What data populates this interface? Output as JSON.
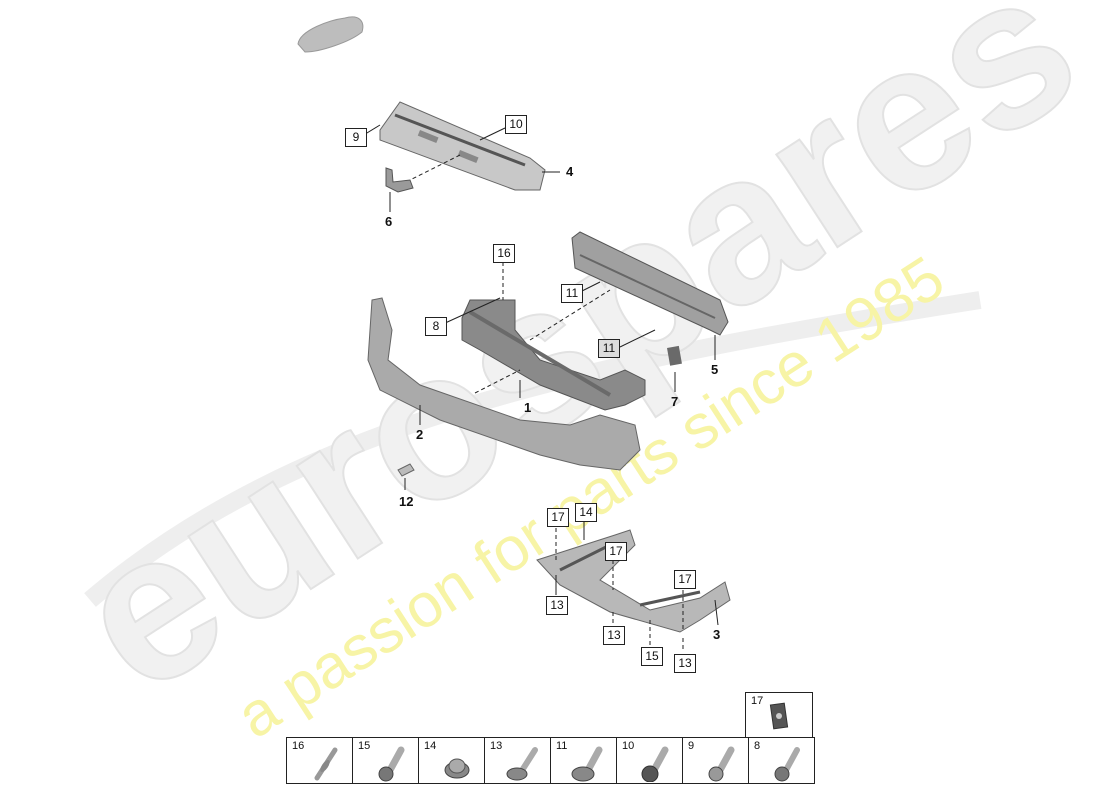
{
  "diagram": {
    "type": "exploded parts diagram",
    "subject": "front bumper carrier / crash management system",
    "callouts": {
      "bold": [
        {
          "id": "1",
          "label": "1"
        },
        {
          "id": "2",
          "label": "2"
        },
        {
          "id": "3",
          "label": "3"
        },
        {
          "id": "4",
          "label": "4"
        },
        {
          "id": "5",
          "label": "5"
        },
        {
          "id": "6",
          "label": "6"
        },
        {
          "id": "7",
          "label": "7"
        },
        {
          "id": "12",
          "label": "12"
        }
      ],
      "boxed": [
        {
          "id": "b9",
          "label": "9"
        },
        {
          "id": "b10",
          "label": "10"
        },
        {
          "id": "b16",
          "label": "16"
        },
        {
          "id": "b8",
          "label": "8"
        },
        {
          "id": "b11a",
          "label": "11"
        },
        {
          "id": "b11b",
          "label": "11"
        },
        {
          "id": "b17a",
          "label": "17"
        },
        {
          "id": "b14",
          "label": "14"
        },
        {
          "id": "b17b",
          "label": "17"
        },
        {
          "id": "b17c",
          "label": "17"
        },
        {
          "id": "b13a",
          "label": "13"
        },
        {
          "id": "b13b",
          "label": "13"
        },
        {
          "id": "b15",
          "label": "15"
        },
        {
          "id": "b13c",
          "label": "13"
        }
      ]
    },
    "fastener_legend": {
      "top": {
        "label": "17",
        "part": "clip-nut"
      },
      "row": [
        {
          "label": "16",
          "part": "stud"
        },
        {
          "label": "15",
          "part": "hex-flange-bolt"
        },
        {
          "label": "14",
          "part": "flange-nut"
        },
        {
          "label": "13",
          "part": "pan-head-screw"
        },
        {
          "label": "11",
          "part": "pan-head-screw"
        },
        {
          "label": "10",
          "part": "flange-bolt"
        },
        {
          "label": "9",
          "part": "flange-bolt"
        },
        {
          "label": "8",
          "part": "hex-flange-bolt"
        }
      ]
    }
  },
  "watermark": {
    "brand": "eurospares",
    "tagline": "a passion for parts since 1985",
    "brand_color": "#e8e8e8",
    "tagline_color": "#f5f3a0"
  }
}
